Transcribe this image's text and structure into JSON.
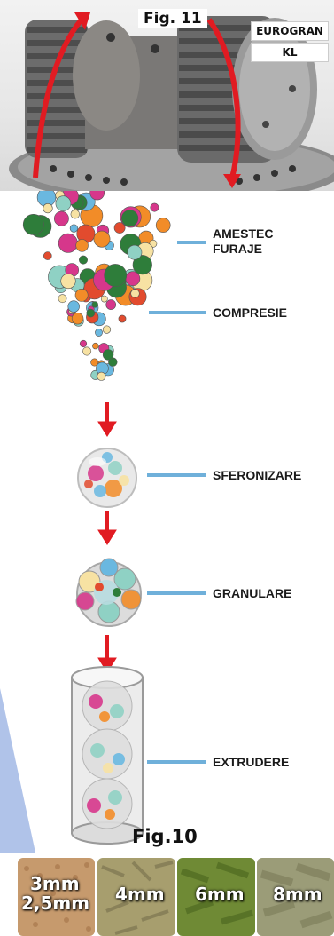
{
  "top_photo": {
    "fig_label": "Fig. 11",
    "brand_line1": "EUROGRAN",
    "brand_line2": "KL"
  },
  "diagram": {
    "steps": [
      {
        "label_line1": "AMESTEC",
        "label_line2": "FURAJE"
      },
      {
        "label_line1": "COMPRESIE",
        "label_line2": ""
      },
      {
        "label_line1": "SFERONIZARE",
        "label_line2": ""
      },
      {
        "label_line1": "GRANULARE",
        "label_line2": ""
      },
      {
        "label_line1": "EXTRUDERE",
        "label_line2": ""
      }
    ],
    "colors": {
      "connector": "#6fb0da",
      "arrow": "#e11b22",
      "ball_palette": [
        "#d6378b",
        "#f28c28",
        "#f7e2a3",
        "#8fd1c4",
        "#6ab8e0",
        "#e24b2e",
        "#2e7d3a"
      ]
    }
  },
  "pellets": {
    "fig_label": "Fig.10",
    "items": [
      {
        "line1": "3mm",
        "line2": "2,5mm",
        "color": "#c69a6d"
      },
      {
        "line1": "4mm",
        "line2": "",
        "color": "#a79e6e"
      },
      {
        "line1": "6mm",
        "line2": "",
        "color": "#6f8a35"
      },
      {
        "line1": "8mm",
        "line2": "",
        "color": "#9b9c78"
      }
    ]
  }
}
